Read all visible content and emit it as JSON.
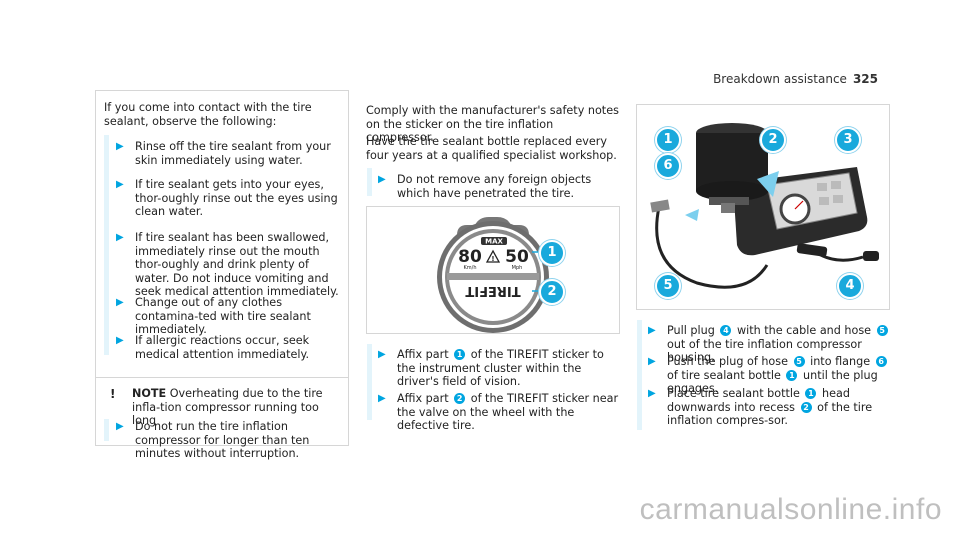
{
  "header": {
    "section": "Breakdown assistance",
    "page": "325"
  },
  "col1": {
    "intro": "If you come into contact with the tire sealant, observe the following:",
    "steps": [
      "Rinse off the tire sealant from your skin immediately using water.",
      "If tire sealant gets into your eyes, thor-oughly rinse out the eyes using clean water.",
      "If tire sealant has been swallowed, immediately rinse out the mouth thor-oughly and drink plenty of water. Do not induce vomiting and seek medical attention immediately.",
      "Change out of any clothes contamina-ted with tire sealant immediately.",
      "If allergic reactions occur, seek medical attention immediately."
    ],
    "note_label": "NOTE",
    "note_text": "Overheating due to the tire infla-tion compressor running too long",
    "note_step": "Do not run the tire inflation compressor for longer than ten minutes without interruption."
  },
  "col2": {
    "para1": "Comply with the manufacturer's safety notes on the sticker on the tire inflation compressor.",
    "para2": "Have the tire sealant bottle replaced every four years at a qualified specialist workshop.",
    "step1": "Do not remove any foreign objects which have penetrated the tire.",
    "sticker": {
      "max": "MAX",
      "kmh": "80",
      "mph": "50",
      "kmh_unit": "Km/h",
      "mph_unit": "Mph",
      "brand": "TIREFIT"
    },
    "badges": [
      "1",
      "2"
    ],
    "step2_a": "Affix part",
    "step2_n": "1",
    "step2_b": "of the TIREFIT sticker to the instrument cluster within the driver's field of vision.",
    "step3_a": "Affix part",
    "step3_n": "2",
    "step3_b": "of the TIREFIT sticker near the valve on the wheel with the defective tire."
  },
  "col3": {
    "badges": [
      "1",
      "2",
      "3",
      "6",
      "5",
      "4"
    ],
    "s1_a": "Pull plug",
    "s1_n1": "4",
    "s1_b": "with the cable and hose",
    "s1_n2": "5",
    "s1_c": "out of the tire inflation compressor housing.",
    "s2_a": "Push the plug of hose",
    "s2_n1": "5",
    "s2_b": "into flange",
    "s2_n2": "6",
    "s2_c": "of tire sealant bottle",
    "s2_n3": "1",
    "s2_d": "until the plug engages.",
    "s3_a": "Place tire sealant bottle",
    "s3_n1": "1",
    "s3_b": "head downwards into recess",
    "s3_n2": "2",
    "s3_c": "of the tire inflation compres-sor."
  },
  "watermark": "carmanualsonline.info",
  "colors": {
    "accent": "#00a5e0",
    "bar": "#e3f4fb",
    "border": "#d6d6d6"
  }
}
